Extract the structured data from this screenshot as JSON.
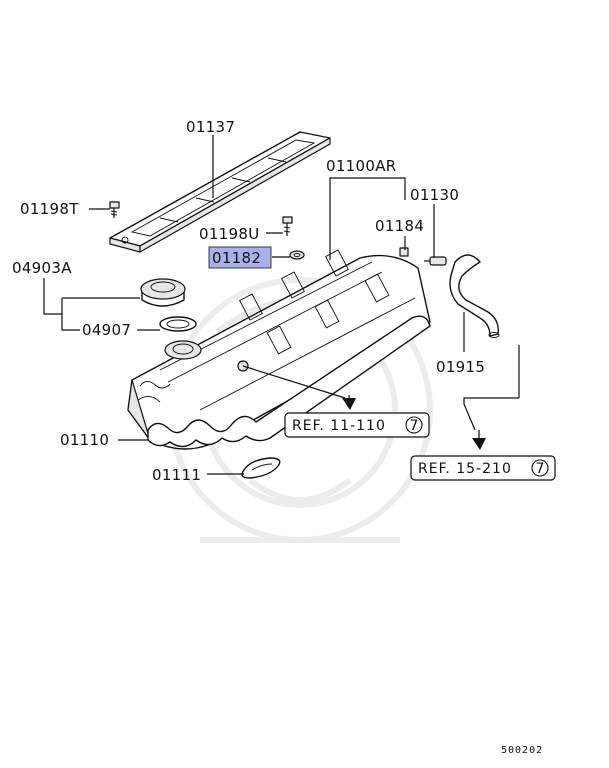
{
  "diagram": {
    "labels": {
      "p01137": "01137",
      "p01100AR": "01100AR",
      "p01130": "01130",
      "p01198T": "01198T",
      "p01198U": "01198U",
      "p01184": "01184",
      "p01182": "01182",
      "p04903A": "04903A",
      "p04907": "04907",
      "p01915": "01915",
      "p01110": "01110",
      "p01111": "01111"
    },
    "refs": {
      "ref_a_text": "REF. 11-110",
      "ref_a_num": "7",
      "ref_b_text": "REF. 15-210",
      "ref_b_num": "7"
    },
    "footer_code": "500202",
    "highlight_color": "#a9b2e6"
  }
}
